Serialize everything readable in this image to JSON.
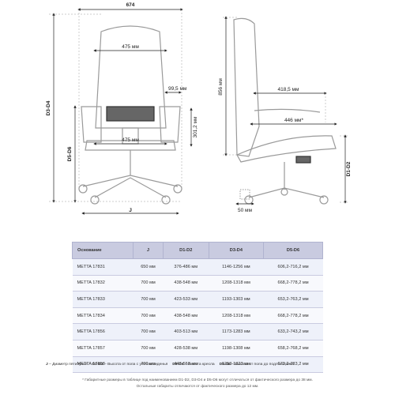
{
  "dimensions": {
    "top_width": "674",
    "backrest_width": "475 мм",
    "seat_width": "475 мм",
    "armrest_gap": "99,5 мм",
    "armrest_height": "301,2 мм",
    "total_height": "D3-D4",
    "seat_height": "D5-D6",
    "base_diameter": "J",
    "side_height": "856 мм",
    "side_depth": "418,5 мм",
    "seat_depth": "446 мм*",
    "floor_to_seat": "D1-D2",
    "caster": "50 мм"
  },
  "table": {
    "headers": [
      "Основание",
      "J",
      "D1-D2",
      "D3-D4",
      "D5-D6"
    ],
    "rows": [
      [
        "METTA 17831",
        "650 мм",
        "376-486 мм",
        "1146-1256 мм",
        "606,2-716,2 мм"
      ],
      [
        "METTA 17832",
        "700 мм",
        "438-548 мм",
        "1208-1318 мм",
        "668,2-778,2 мм"
      ],
      [
        "METTA 17833",
        "700 мм",
        "423-533 мм",
        "1193-1303 мм",
        "653,2-763,2 мм"
      ],
      [
        "METTA 17834",
        "700 мм",
        "438-548 мм",
        "1208-1318 мм",
        "668,2-778,2 мм"
      ],
      [
        "METTA 17856",
        "700 мм",
        "403-513 мм",
        "1173-1283 мм",
        "633,2-743,2 мм"
      ],
      [
        "METTA 17857",
        "700 мм",
        "428-538 мм",
        "1198-1308 мм",
        "658,2-768,2 мм"
      ],
      [
        "METTA 17858",
        "700 мм",
        "443-553 мм",
        "1213-1323 мм",
        "673,2-783,2 мм"
      ]
    ]
  },
  "legend": [
    {
      "key": "J",
      "text": " – Диаметр пятилучья"
    },
    {
      "key": "D1-D2",
      "text": " – Высота от пола с учетом сиденья"
    },
    {
      "key": "D3-D4",
      "text": " – Высота кресла"
    },
    {
      "key": "D5-D6",
      "text": " – Высота от пола до подлокотника"
    }
  ],
  "footnote": {
    "line1": "* Габаритные размеры в таблице под наименованием D1-D2, D3-D4 и D5-D6 могут отличаться от фактического размера до 38 мм.",
    "line2": "Остальные габариты отличаются от фактического размера до 12 мм."
  }
}
